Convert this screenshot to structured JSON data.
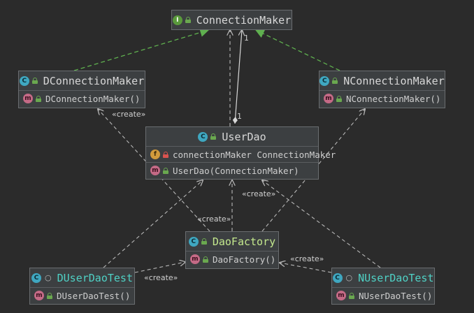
{
  "classes": {
    "connection_maker": {
      "name": "ConnectionMaker",
      "kind": "I"
    },
    "dconnection_maker": {
      "name": "DConnectionMaker",
      "kind": "C",
      "method": "DConnectionMaker()"
    },
    "nconnection_maker": {
      "name": "NConnectionMaker",
      "kind": "C",
      "method": "NConnectionMaker()"
    },
    "user_dao": {
      "name": "UserDao",
      "kind": "C",
      "field": "connectionMaker ConnectionMaker",
      "method": "UserDao(ConnectionMaker)"
    },
    "dao_factory": {
      "name": "DaoFactory",
      "kind": "C",
      "method": "DaoFactory()"
    },
    "duser_dao_test": {
      "name": "DUserDaoTest",
      "kind": "C",
      "method": "DUserDaoTest()"
    },
    "nuser_dao_test": {
      "name": "NUserDaoTest",
      "kind": "C",
      "method": "NUserDaoTest()"
    }
  },
  "member_kinds": {
    "method": "m",
    "field": "f"
  },
  "labels": {
    "create": "«create»",
    "multiplicity_top": "1",
    "multiplicity_bottom": "1"
  },
  "colors": {
    "background": "#2b2b2b",
    "edge_dependency": "#b8b8b8",
    "edge_realization": "#5fb04f",
    "interface_badge": "#5a9a3c",
    "class_badge": "#3fa7c0",
    "method_badge": "#c46a86",
    "field_badge": "#d19a3c"
  }
}
